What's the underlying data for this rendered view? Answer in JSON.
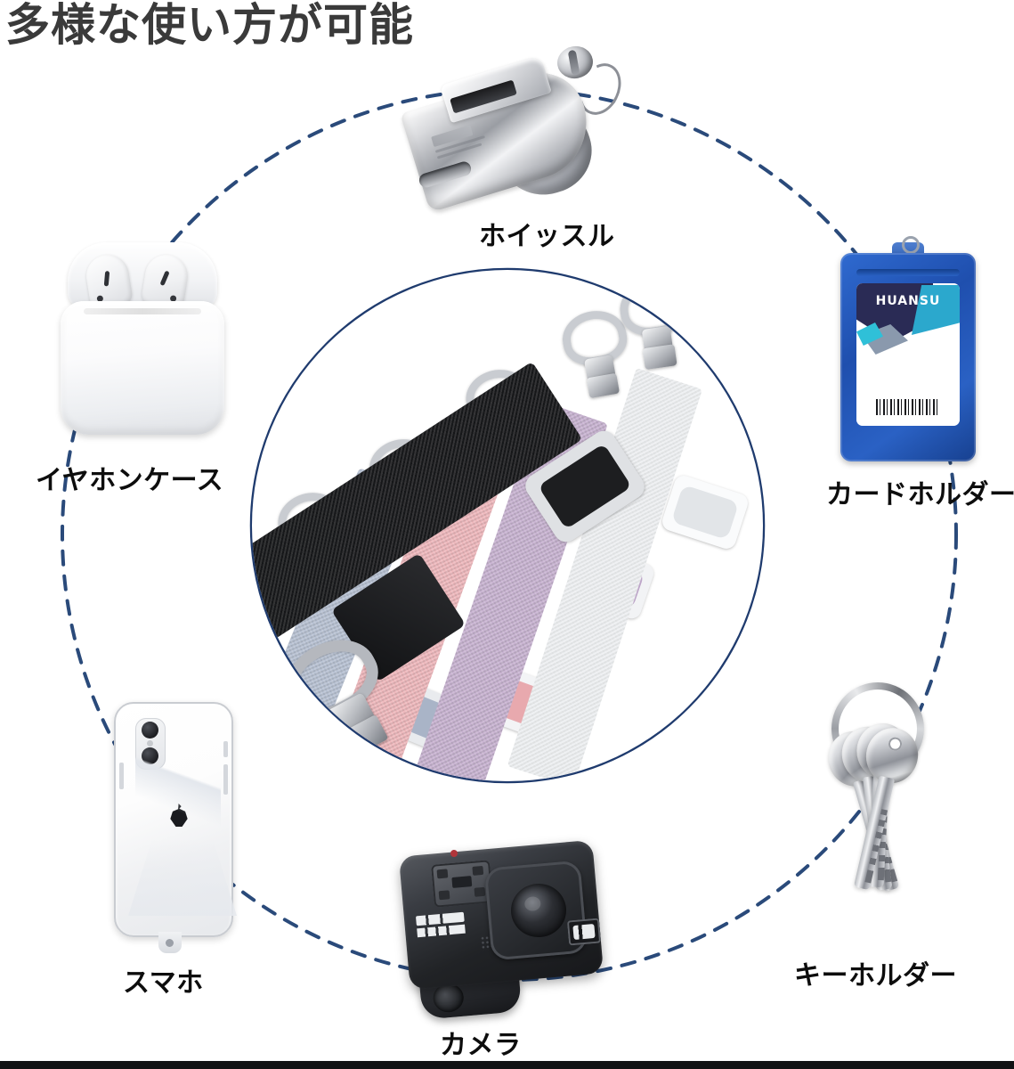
{
  "title": "多様な使い方が可能",
  "labels": {
    "whistle": "ホイッスル",
    "earphone_case": "イヤホンケース",
    "card_holder": "カードホルダー",
    "smartphone": "スマホ",
    "camera": "カメラ",
    "key_holder": "キーホルダー"
  },
  "card_holder": {
    "brand": "HUANSU"
  },
  "colors": {
    "title": "#3a3a3a",
    "label": "#0d0d0d",
    "ring_solid": "#1f3b6e",
    "ring_dashed": "#2a4a7a",
    "card_blue": "#2f6ad0",
    "strap_black": "#18191b",
    "strap_pink": "#efb9bd",
    "strap_lavender": "#c9b4d2",
    "strap_white": "#eef0f2",
    "strap_bluegray": "#b9c3d4",
    "clasp_silver": "#c9ccd1",
    "background": "#ffffff"
  },
  "straps": [
    {
      "name": "blue-gray",
      "color": "#b9c3d4"
    },
    {
      "name": "pink",
      "color": "#efb9bd"
    },
    {
      "name": "black",
      "color": "#18191b"
    },
    {
      "name": "lavender",
      "color": "#c9b4d2"
    },
    {
      "name": "white",
      "color": "#eef0f2"
    }
  ]
}
